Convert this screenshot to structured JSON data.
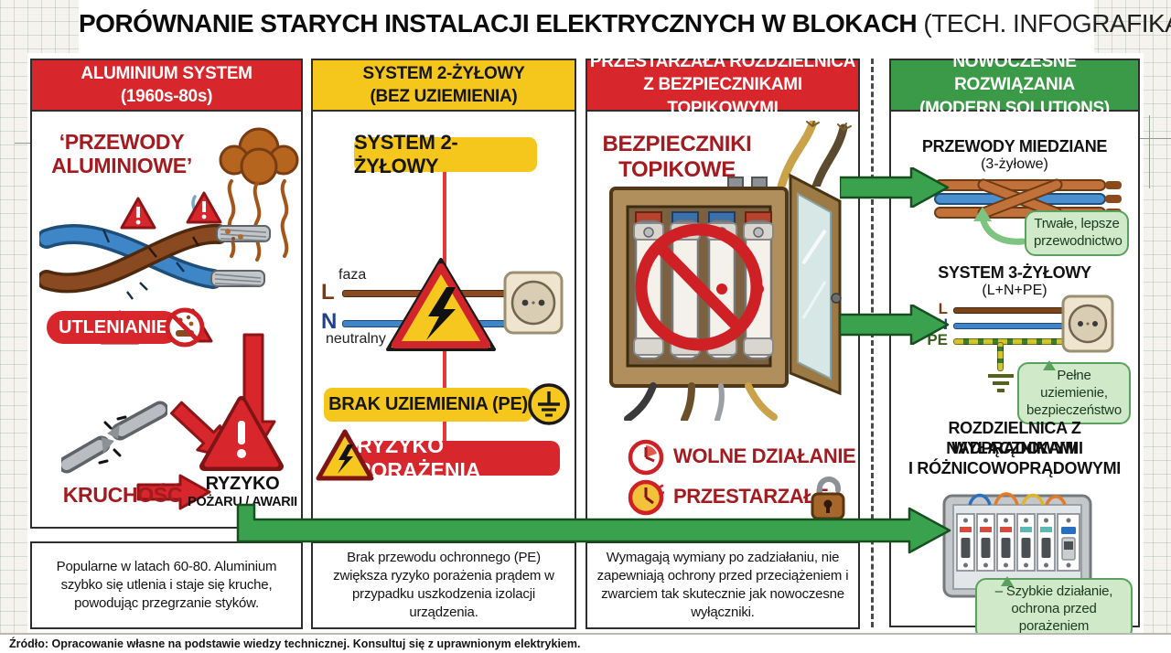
{
  "title": {
    "main": "PORÓWNANIE STARYCH INSTALACJI ELEKTRYCZNYCH W BLOKACH",
    "suffix": " (TECH. INFOGRAFIKA)"
  },
  "panels": {
    "p1": {
      "header_line1": "ALUMINIUM SYSTEM",
      "header_line2": "(1960s-80s)",
      "wires_label": "‘PRZEWODY ALUMINIOWE’",
      "oxidation_badge": "UTLENIANIE",
      "brittleness_label": "KRUCHOŚĆ",
      "risk_title": "RYZYKO",
      "risk_subtitle": "POŻARU / AWARII",
      "caption": "Popularne w latach 60-80. Aluminium szybko się utlenia i staje się kruche, powodując przegrzanie styków."
    },
    "p2": {
      "header_line1": "SYSTEM 2-ŻYŁOWY",
      "header_line2": "(BEZ UZIEMIENIA)",
      "system_badge": "SYSTEM 2-ŻYŁOWY",
      "line_letter": "L",
      "line_label": "faza",
      "neutral_letter": "N",
      "neutral_label": "neutralny",
      "no_ground_badge": "BRAK UZIEMIENIA (PE)",
      "shock_badge": "RYZYKO PORAŻENIA",
      "caption": "Brak przewodu ochronnego (PE) zwiększa ryzyko porażenia prądem w przypadku uszkodzenia izolacji urządzenia."
    },
    "p3": {
      "header_line1": "PRZESTARZAŁA ROZDZIELNICA",
      "header_line2": "Z BEZPIECZNIKAMI TOPIKOWYMI",
      "fuses_label_line1": "BEZPIECZNIKI",
      "fuses_label_line2": "TOPIKOWE",
      "slow_label": "WOLNE DZIAŁANIE",
      "outdated_label": "PRZESTARZAŁE",
      "caption": "Wymagają wymiany po zadziałaniu, nie zapewniają ochrony przed przeciążeniem i zwarciem tak skutecznie jak nowoczesne wyłączniki."
    },
    "p4": {
      "header_line1": "NOWOCZESNE ROZWIĄZANIA",
      "header_line2": "(MODERN SOLUTIONS)",
      "copper_title": "PRZEWODY MIEDZIANE",
      "copper_sub": "(3-żyłowe)",
      "copper_bubble": "Trwałe, lepsze przewodnictwo",
      "three_wire_title": "SYSTEM 3-ŻYŁOWY",
      "three_wire_sub": "(L+N+PE)",
      "line_letter": "L",
      "neutral_letter": "N",
      "pe_letter": "PE",
      "ground_bubble": "Pełne uziemienie, bezpieczeństwo",
      "breaker_title_line1": "ROZDZIELNICA Z WYŁĄCZNIKAMI",
      "breaker_title_line2": "NADPRĄDOWYMI",
      "breaker_title_line3": "I RÓŻNICOWOPRĄDOWYMI",
      "breaker_bubble": "– Szybkie działanie, ochrona przed porażeniem"
    }
  },
  "footer": {
    "text": "Źródło: Opracowanie własne na podstawie wiedzy technicznej. Konsultuj się z uprawnionym elektrykiem."
  },
  "colors": {
    "header_red": "#d7262c",
    "header_yellow": "#f5c71d",
    "header_green": "#3b9a47",
    "dark_red_text": "#a31a1f",
    "bubble_green_bg": "#cfe9c9",
    "bubble_green_border": "#5aa05e",
    "arrow_green": "#3aa24e"
  }
}
